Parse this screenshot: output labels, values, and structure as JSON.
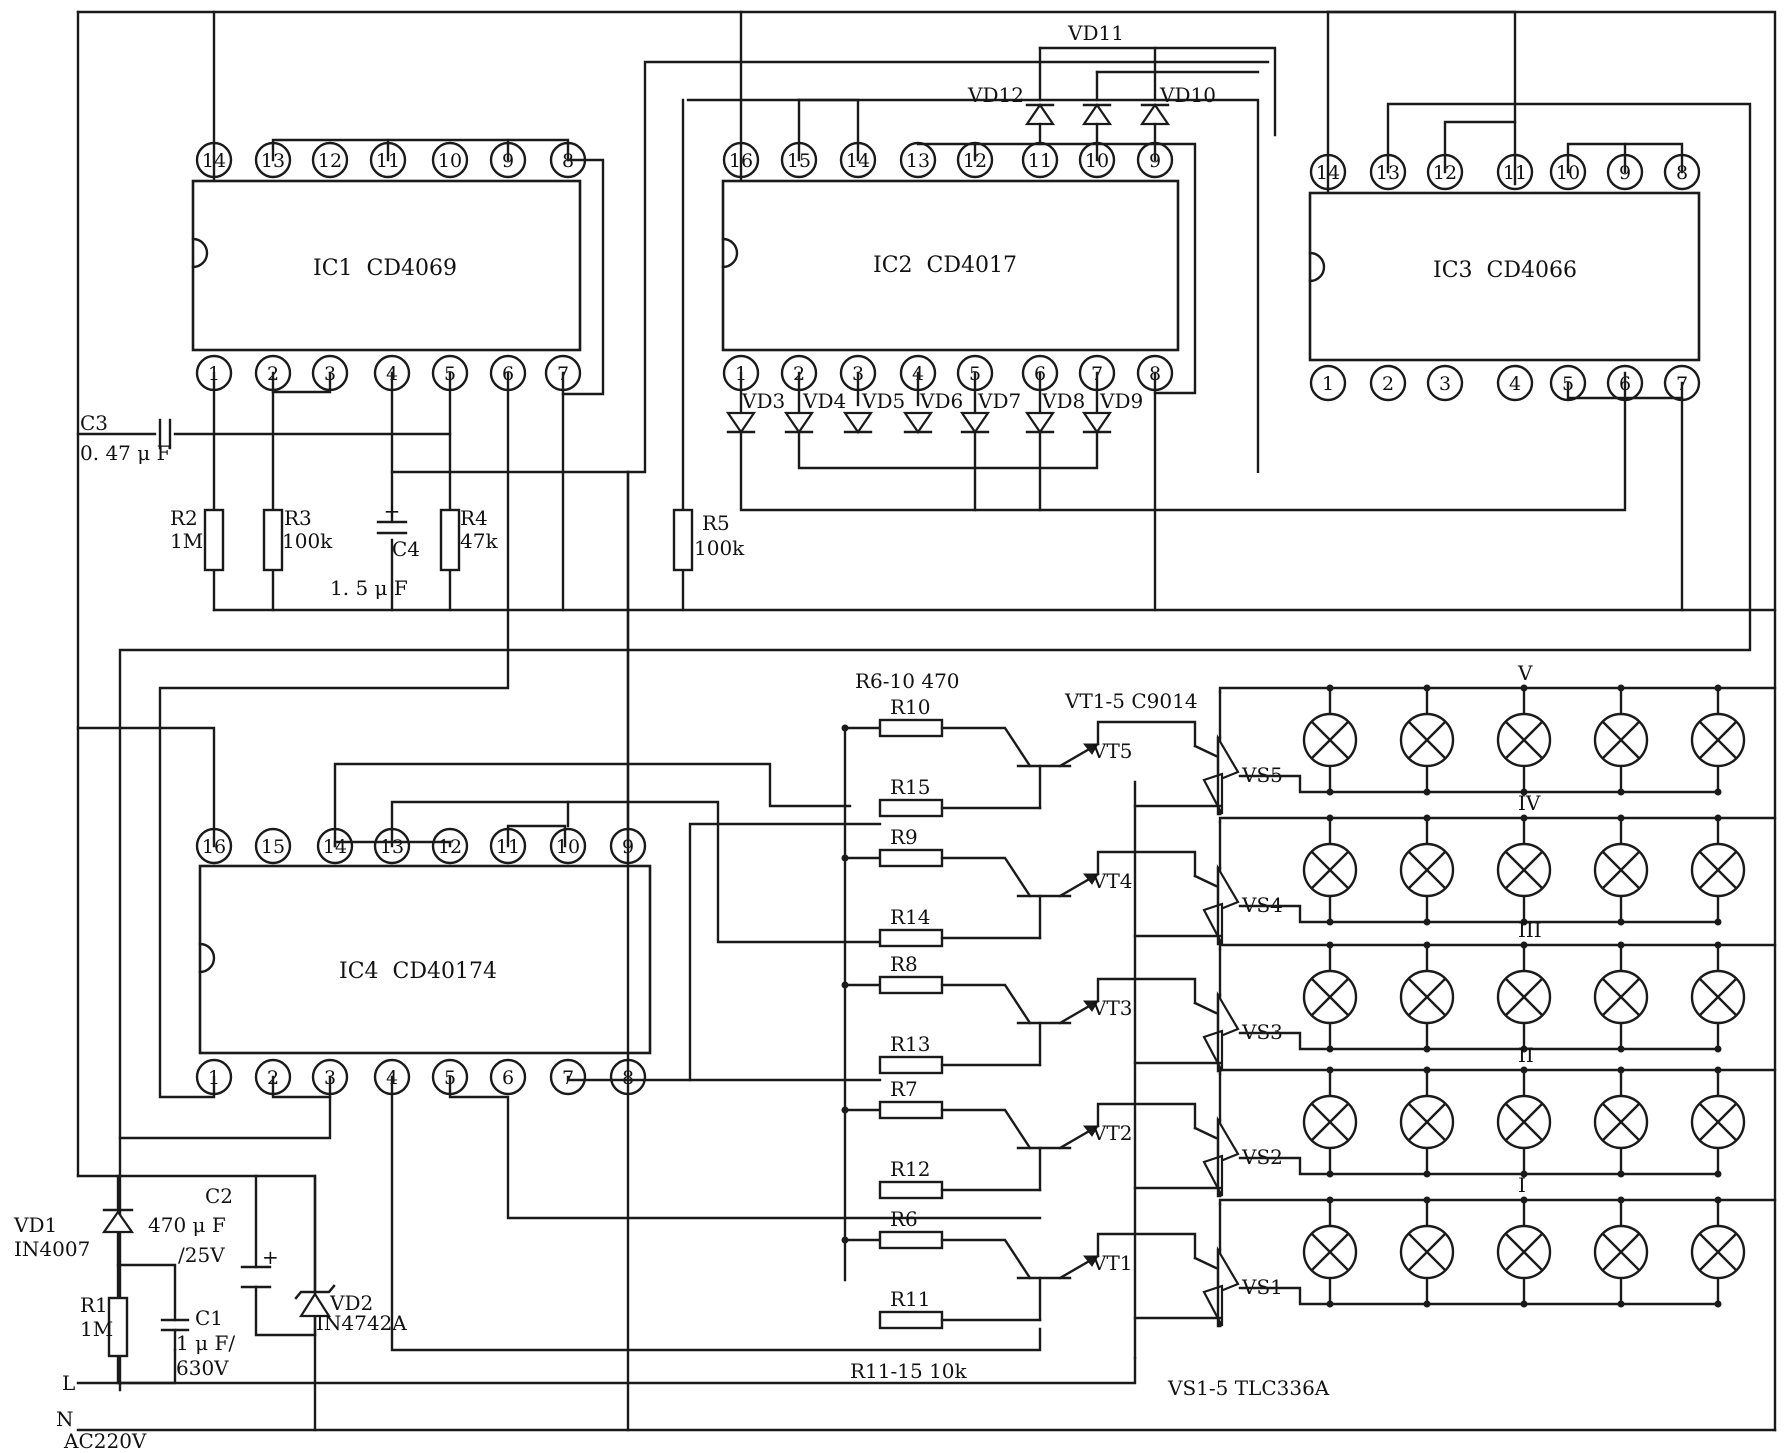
{
  "ics": [
    {
      "id": "IC1",
      "part": "CD4069",
      "top": [
        "14",
        "13",
        "12",
        "11",
        "10",
        "9",
        "8"
      ],
      "bottom": [
        "1",
        "2",
        "3",
        "4",
        "5",
        "6",
        "7"
      ]
    },
    {
      "id": "IC2",
      "part": "CD4017",
      "top": [
        "16",
        "15",
        "14",
        "13",
        "12",
        "11",
        "10",
        "9"
      ],
      "bottom": [
        "1",
        "2",
        "3",
        "4",
        "5",
        "6",
        "7",
        "8"
      ]
    },
    {
      "id": "IC3",
      "part": "CD4066",
      "top": [
        "14",
        "13",
        "12",
        "11",
        "10",
        "9",
        "8"
      ],
      "bottom": [
        "1",
        "2",
        "3",
        "4",
        "5",
        "6",
        "7"
      ]
    },
    {
      "id": "IC4",
      "part": "CD40174",
      "top": [
        "16",
        "15",
        "14",
        "13",
        "12",
        "11",
        "10",
        "9"
      ],
      "bottom": [
        "1",
        "2",
        "3",
        "4",
        "5",
        "6",
        "7",
        "8"
      ]
    }
  ],
  "labels": {
    "vd11": "VD11",
    "vd12": "VD12",
    "vd10": "VD10",
    "vd3": "VD3",
    "vd4": "VD4",
    "vd5": "VD5",
    "vd6": "VD6",
    "vd7": "VD7",
    "vd8": "VD8",
    "vd9": "VD9",
    "c3": "C3",
    "c3v": "0. 47 μ F",
    "r2": "R2",
    "r2v": "1M",
    "r3": "R3",
    "r3v": "100k",
    "c4": "C4",
    "c4v": "1. 5 μ F",
    "r4": "R4",
    "r4v": "47k",
    "r5": "R5",
    "r5v": "100k",
    "r610": "R6-10  470",
    "vt15": "VT1-5  C9014",
    "r11_15": "R11-15  10k",
    "vs15": "VS1-5  TLC336A",
    "vd1": "VD1",
    "vd1v": "IN4007",
    "c2": "C2",
    "c2v": "470 μ F",
    "c2v2": "/25V",
    "r1": "R1",
    "r1v": "1M",
    "c1": "C1",
    "c1v": "1 μ F/",
    "c1v2": "630V",
    "vd2": "VD2",
    "vd2v": "IN4742A",
    "L": "L",
    "N": "N",
    "ac": "AC220V"
  },
  "resistors_base": [
    "R10",
    "R9",
    "R8",
    "R7",
    "R6"
  ],
  "resistors_gate": [
    "R15",
    "R14",
    "R13",
    "R12",
    "R11"
  ],
  "transistors": [
    "VT5",
    "VT4",
    "VT3",
    "VT2",
    "VT1"
  ],
  "triacs": [
    "VS5",
    "VS4",
    "VS3",
    "VS2",
    "VS1"
  ],
  "lamp_groups": [
    "V",
    "IV",
    "III",
    "II",
    "I"
  ],
  "lamps_per_group": 5
}
